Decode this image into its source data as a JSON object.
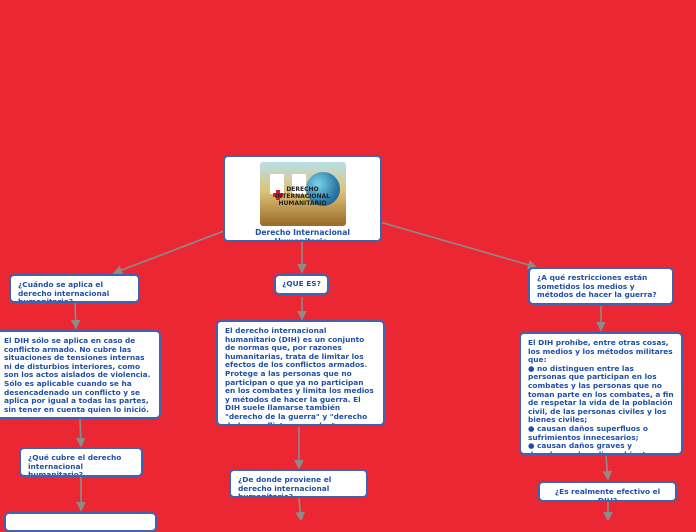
{
  "root": {
    "caption": "Derecho Internacional Humanitario.",
    "logo_text": "DERECHO INTERNACIONAL HUMANITARIO"
  },
  "nodes": {
    "cuando_q": "¿Cuándo se aplica el derecho internacional humanitario?",
    "cuando_a": "El DIH sólo se aplica en caso de conflicto armado. No cubre las situaciones de tensiones internas ni de disturbios interiores, como son los actos aislados de violencia. Sólo es aplicable cuando se ha desencadenado un conflicto y se aplica por igual a todas las partes, sin tener en cuenta quien lo inició.",
    "que_cubre_q": "¿Qué cubre el derecho internacional humanitario?",
    "que_es_q": "¿QUE ES?",
    "que_es_a": "El derecho internacional humanitario (DIH) es un conjunto de normas que, por razones humanitarias, trata de limitar los efectos de los conflictos armados. Protege a las personas que no participan o que ya no participan en los combates y limita los medios y métodos de hacer la guerra. El DIH suele llamarse también \"derecho de la guerra\" y \"derecho de los conflictos armados\".",
    "proviene_q": "¿De donde proviene el derecho internacional humanitario?",
    "restricciones_q": "¿A qué restricciones están sometidos los medios y métodos de hacer la guerra?",
    "restricciones_a": "El DIH prohíbe, entre otras cosas, los medios y los métodos militares que:\n● no distinguen entre las personas que participan en los combates y las personas que no toman parte en los combates, a fin de respetar la vida de la población civil, de las personas civiles y los bienes civiles;\n● causan daños superfluos o sufrimientos innecesarios;\n● causan daños graves y duraderos al medio ambiente.",
    "efectivo_q": "¿Es realmente efectivo el DIH?"
  },
  "colors": {
    "background": "#ec2734",
    "node_border": "#3d63b3",
    "node_text": "#1f4fa7",
    "connector": "#8c8c8c"
  }
}
